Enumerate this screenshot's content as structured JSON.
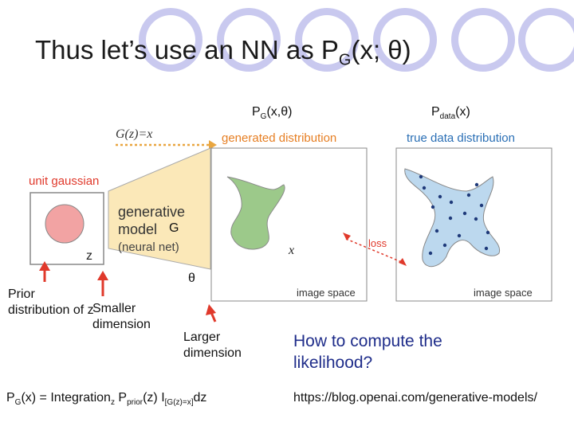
{
  "title": {
    "main": "Thus let’s use an NN as P",
    "sub": "G",
    "tail": "(x; θ)"
  },
  "labels": {
    "pg": {
      "main": "P",
      "sub": "G",
      "tail": "(x,θ)"
    },
    "pdata": {
      "main": "P",
      "sub": "data",
      "tail": "(x)"
    },
    "g_eq": "G(z)=x",
    "generated": "generated distribution",
    "true_dist": "true data distribution",
    "unit_gaussian": "unit gaussian",
    "z": "z",
    "gen_model_1": "generative",
    "gen_model_2": "model",
    "gen_model_3": "(neural net)",
    "g": "G",
    "theta": "θ",
    "loss": "loss",
    "x": "x",
    "image_space_1": "image space",
    "image_space_2": "image space",
    "prior": "Prior distribution of z",
    "smaller": "Smaller dimension",
    "larger": "Larger dimension",
    "howto": "How to compute the likelihood?",
    "url": "https://blog.openai.com/generative-models/"
  },
  "formula": {
    "p": "P",
    "p_sub": "G",
    "p_tail": "(x) = Integration",
    "int_sub": "z",
    "prior": " P",
    "prior_sub": "prior",
    "mid": "(z) I",
    "ind_sub": "[G(z)=x]",
    "end": "dz"
  },
  "colors": {
    "accent_orange": "#e67e22",
    "blue_label": "#2a6fb5",
    "red": "#e0392b",
    "gaussian_fill": "#f2a3a3",
    "generator_fill": "#fbe8b8",
    "generated_fill": "#9cc98a",
    "true_fill": "#bcd8ee",
    "circle_deco": "#c9c9ef"
  }
}
